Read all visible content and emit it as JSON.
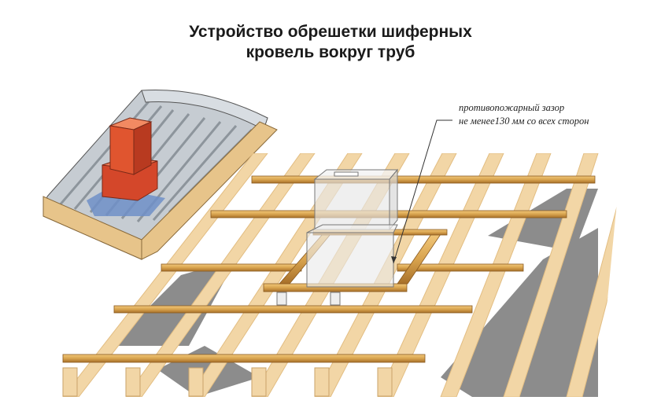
{
  "title": {
    "line1": "Устройство обрешетки шиферных",
    "line2": "кровель вокруг труб"
  },
  "annotation": {
    "line1": "противопожарный зазор",
    "line2": "не менее130 мм со всех сторон"
  },
  "colors": {
    "rafter": "#f2d6a6",
    "batten": "#d9a44f",
    "membrane": "#8a8a8a",
    "chimney_brick": "#e0552f",
    "slate": "#b8bec4"
  }
}
